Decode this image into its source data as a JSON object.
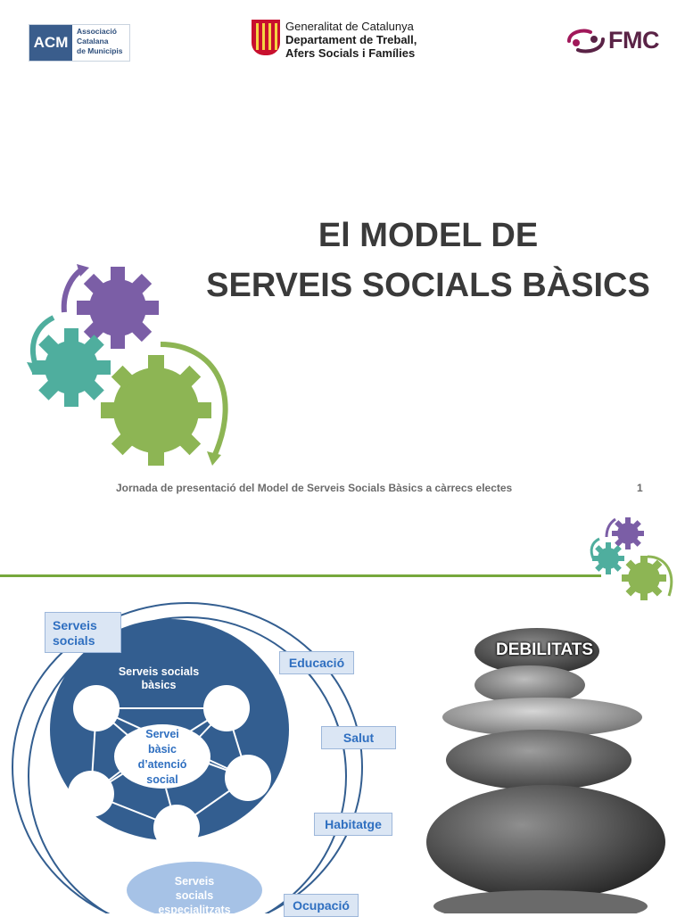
{
  "header": {
    "acm_logo": {
      "abbr": "ACM",
      "lines": [
        "Associació",
        "Catalana",
        "de Municipis"
      ]
    },
    "generalitat_logo": {
      "line1": "Generalitat de Catalunya",
      "line2": "Departament de Treball,",
      "line3": "Afers Socials i Famílies"
    },
    "fmc_logo": {
      "text": "FMC"
    }
  },
  "slide1": {
    "title_line1": "El MODEL DE",
    "title_line2": "SERVEIS SOCIALS BÀSICS",
    "footer": "Jornada de presentació del Model de Serveis Socials Bàsics  a càrrecs electes",
    "page_number": "1"
  },
  "slide2": {
    "outer_label_line1": "Serveis",
    "outer_label_line2": "socials",
    "tags": [
      "Educació",
      "Salut",
      "Habitatge",
      "Ocupació"
    ],
    "inner_label_line1": "Serveis socials",
    "inner_label_line2": "bàsics",
    "center_lines": [
      "Servei",
      "bàsic",
      "d’atenció",
      "social"
    ],
    "specialized_lines": [
      "Serveis",
      "socials",
      "especialitzats"
    ],
    "stones_caption": "DEBILITATS"
  },
  "colors": {
    "gear_purple": "#7b5ea6",
    "gear_teal": "#4fae9e",
    "gear_green": "#8db554",
    "diagram_blue": "#335e90",
    "label_blue": "#2f6fc0",
    "divider_green": "#76a83c"
  }
}
